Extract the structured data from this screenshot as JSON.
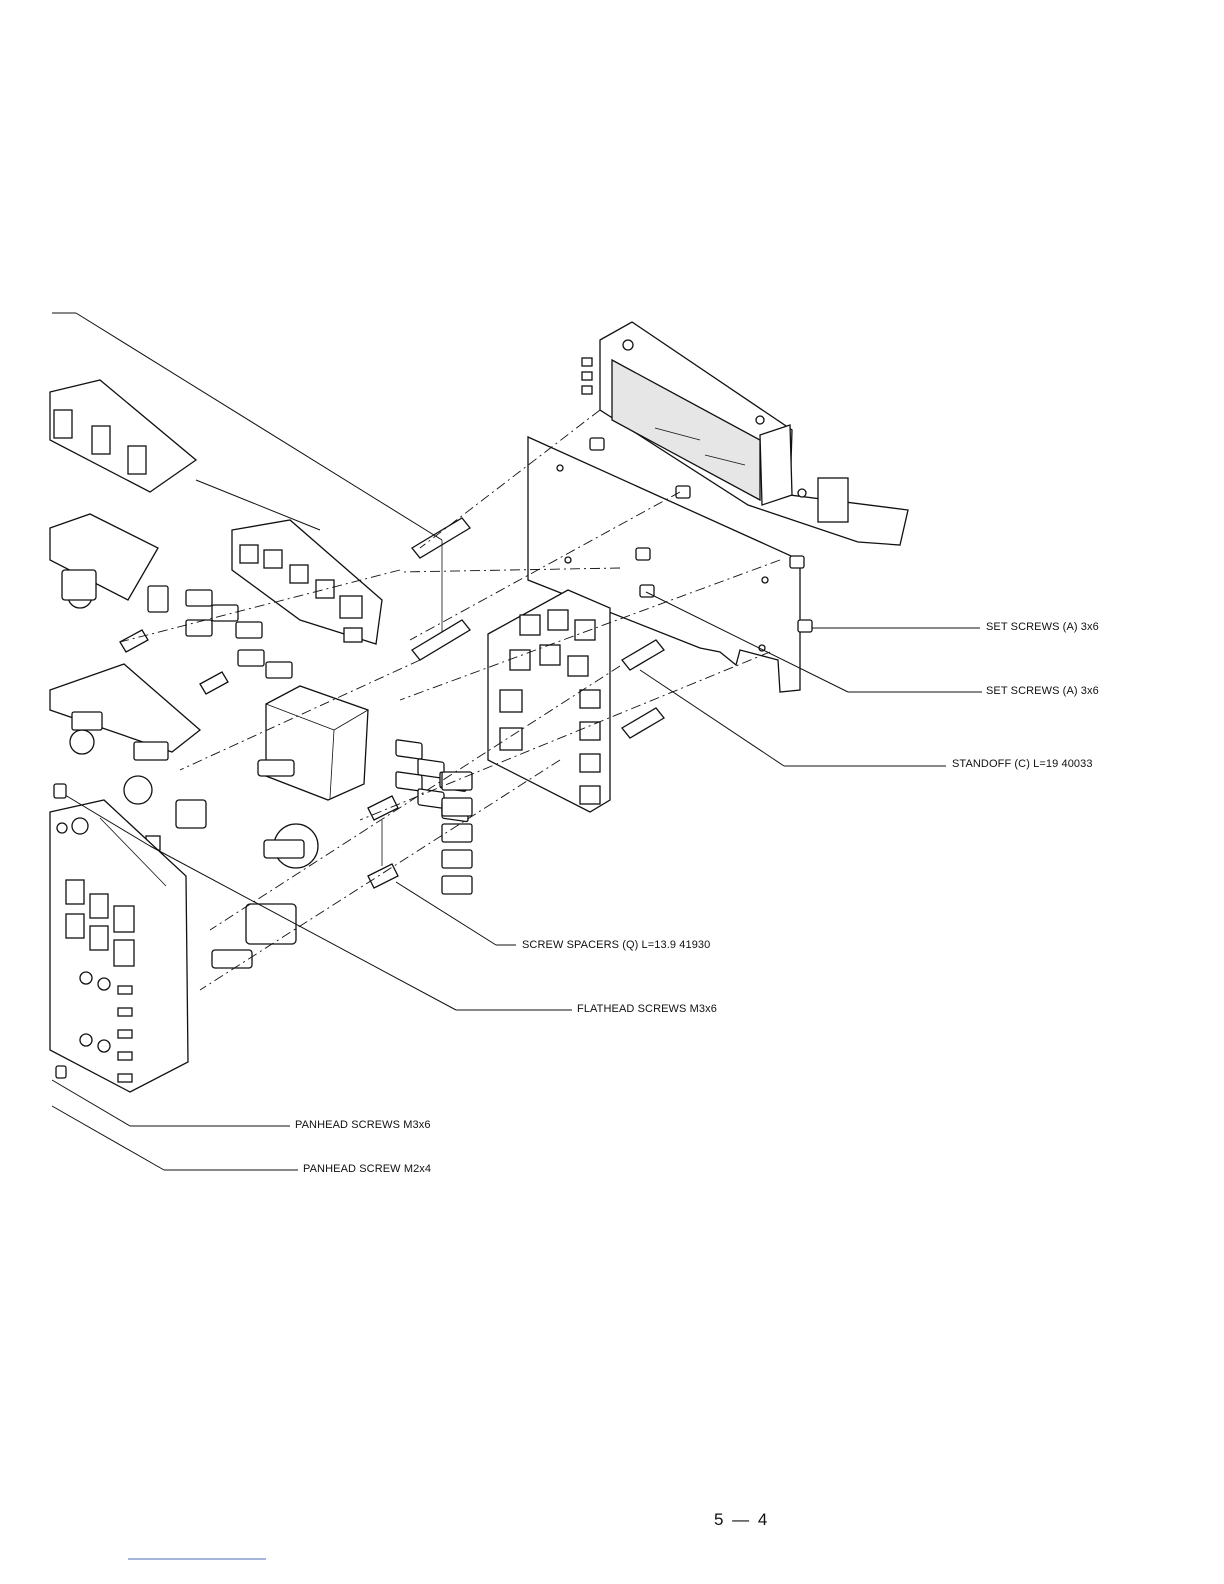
{
  "callouts": [
    {
      "id": "set-screws-a-upper",
      "text": "SET SCREWS (A) 3x6"
    },
    {
      "id": "set-screws-a-lower",
      "text": "SET SCREWS (A) 3x6"
    },
    {
      "id": "standoff-c",
      "text": "STANDOFF (C) L=19 40033"
    },
    {
      "id": "screw-spacers-q",
      "text": "SCREW SPACERS (Q) L=13.9 41930"
    },
    {
      "id": "flathead-screws",
      "text": "FLATHEAD SCREWS M3x6"
    },
    {
      "id": "panhead-screws",
      "text": "PANHEAD SCREWS M3x6"
    },
    {
      "id": "panhead-screw",
      "text": "PANHEAD SCREW M2x4"
    }
  ],
  "page_number": "5 — 4"
}
